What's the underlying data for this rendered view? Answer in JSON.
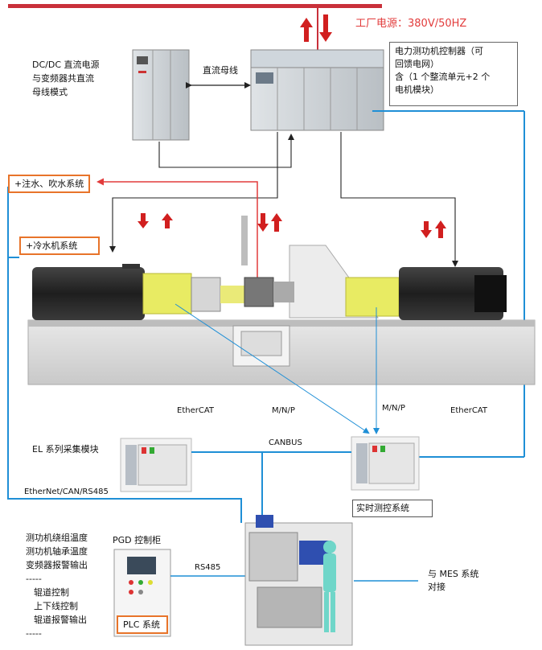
{
  "power_source": "工厂电源：380V/50HZ",
  "dcdc_label": [
    "DC/DC 直流电源",
    "与变频器共直流",
    "母线模式"
  ],
  "dc_bus_label": "直流母线",
  "controller_label": [
    "电力测功机控制器（可",
    "回馈电网）",
    "含（1 个整流单元+2 个",
    "电机模块）"
  ],
  "water_system": "+注水、吹水系统",
  "cooling_system": "+冷水机系统",
  "ethercat_left": "EtherCAT",
  "ethercat_right": "EtherCAT",
  "mnp_left": "M/N/P",
  "mnp_right": "M/N/P",
  "el_module": "EL 系列采集模块",
  "canbus": "CANBUS",
  "ethernet": "EtherNet/CAN/RS485",
  "realtime": "实时测控系统",
  "pgd": "PGD 控制柜",
  "rs485": "RS485",
  "plc": "PLC 系统",
  "mes": [
    "与 MES 系统",
    "对接"
  ],
  "left_list": [
    "测功机绕组温度",
    "测功机轴承温度",
    "变频器报警输出",
    "-----",
    "辊道控制",
    "上下线控制",
    "辊道报警输出",
    "-----"
  ],
  "colors": {
    "red": "#e23b3b",
    "blue": "#1f8fd6",
    "orange": "#e8742a",
    "yellow": "#e6e84a",
    "motor": "#2a2a2a"
  }
}
